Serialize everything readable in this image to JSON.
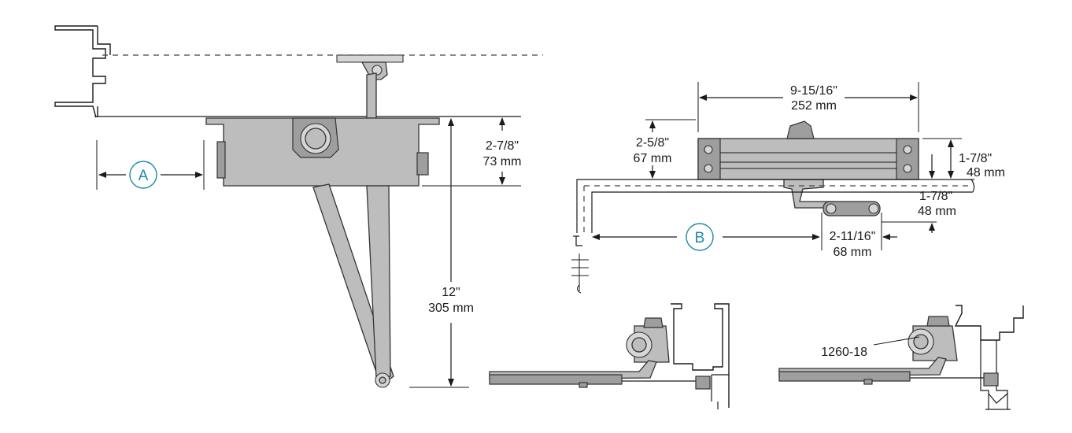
{
  "dimensions": {
    "top_view_depth": {
      "imperial": "2-7/8\"",
      "metric": "73 mm"
    },
    "top_view_arm": {
      "imperial": "12\"",
      "metric": "305 mm"
    },
    "side_length": {
      "imperial": "9-15/16\"",
      "metric": "252 mm"
    },
    "side_height_left": {
      "imperial": "2-5/8\"",
      "metric": "67 mm"
    },
    "side_height_right": {
      "imperial": "1-7/8\"",
      "metric": "48 mm"
    },
    "side_bracket": {
      "imperial": "1-7/8\"",
      "metric": "48 mm"
    },
    "side_offset": {
      "imperial": "2-11/16\"",
      "metric": "68 mm"
    }
  },
  "callouts": {
    "a": "A",
    "b": "B"
  },
  "part_label": "1260-18",
  "colors": {
    "callout": "#1d8aa6",
    "body": "#bdbdbd"
  }
}
